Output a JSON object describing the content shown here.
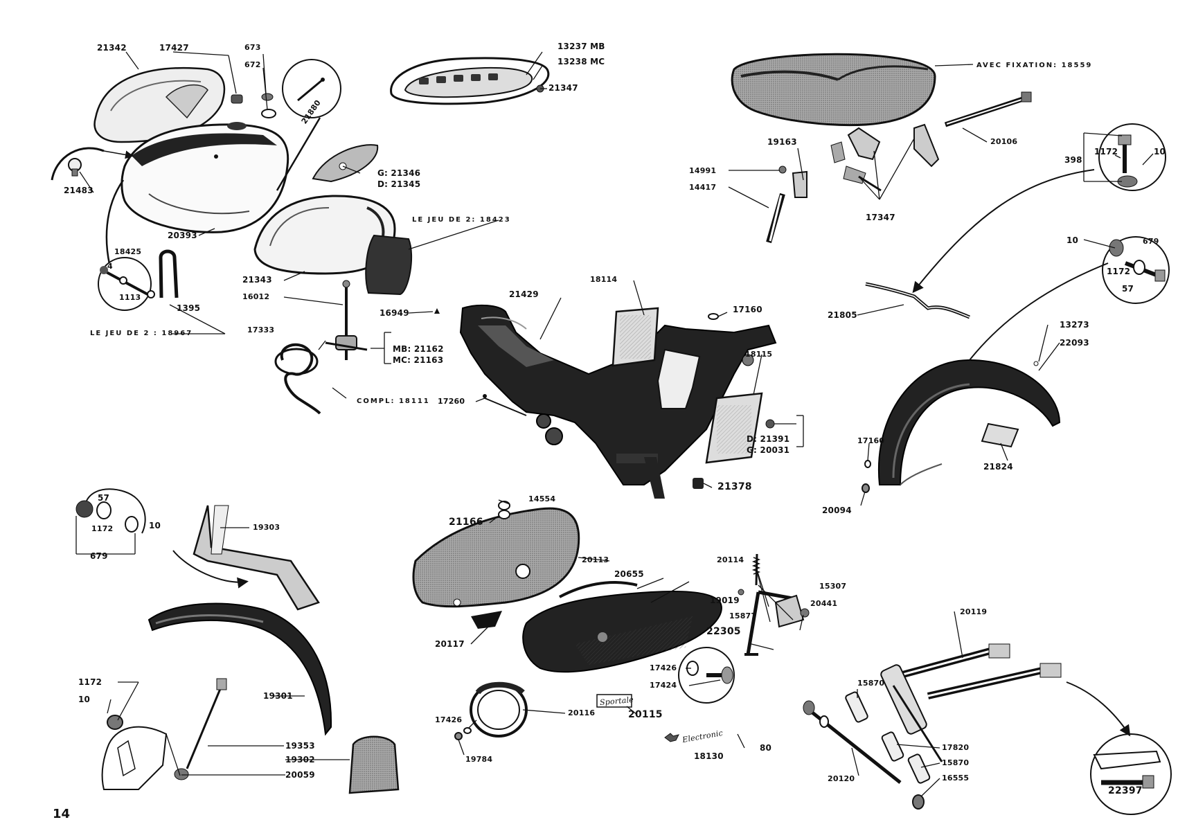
{
  "page_number": "14",
  "labels": {
    "p21342": "21342",
    "p17427": "17427",
    "p673": "673",
    "p672": "672",
    "p21880": "21880",
    "p13237": "13237  MB",
    "p13238": "13238  MC",
    "p21347": "21347",
    "p21483": "21483",
    "g21346": "G: 21346",
    "d21345": "D: 21345",
    "p20393": "20393",
    "jeu18423": "LE JEU DE 2: 18423",
    "p18425": "18425",
    "p4": "4",
    "p1113": "1113",
    "p1395": "1395",
    "jeu18967": "LE JEU DE 2 : 18967",
    "p21343": "21343",
    "p16012": "16012",
    "p16949": "16949",
    "p17333": "17333",
    "mb21162": "MB: 21162",
    "mc21163": "MC: 21163",
    "compl18111": "COMPL: 18111",
    "p21429": "21429",
    "p18114": "18114",
    "p17160a": "17160",
    "p17260": "17260",
    "p18115": "18115",
    "d21391": "D: 21391",
    "g20031": "G: 20031",
    "p21378": "21378",
    "avec18559": "AVEC FIXATION: 18559",
    "p19163": "19163",
    "p14991": "14991",
    "p14417": "14417",
    "p17347": "17347",
    "p20106": "20106",
    "p398": "398",
    "p1172a": "1172",
    "p10a": "10",
    "p21805": "21805",
    "p10b": "10",
    "p679a": "679",
    "p1172b": "1172",
    "p57a": "57",
    "p13273": "13273",
    "p22093": "22093",
    "p17160b": "17160",
    "p21824": "21824",
    "p20094": "20094",
    "p57b": "57",
    "p1172c": "1172",
    "p10c": "10",
    "p679b": "679",
    "p19303": "19303",
    "p19301": "19301",
    "p1172d": "1172",
    "p10d": "10",
    "p19353": "19353",
    "p19302": "19302",
    "p20059": "20059",
    "p14554": "14554",
    "p21166": "21166",
    "p20113": "20113",
    "p20655": "20655",
    "p20114": "20114",
    "p20117": "20117",
    "p19019": "19019",
    "p15877": "15877",
    "p15307": "15307",
    "p20441": "20441",
    "p22305": "22305",
    "p17426a": "17426",
    "p17424": "17424",
    "p20116": "20116",
    "p20115": "20115",
    "sportale": "Sportale",
    "p17426b": "17426",
    "p19784": "19784",
    "electronic": "Electronic",
    "p18130": "18130",
    "p80": "80",
    "p20119": "20119",
    "p15870a": "15870",
    "p17820": "17820",
    "p15870b": "15870",
    "p16555": "16555",
    "p20120": "20120",
    "p22397": "22397"
  }
}
